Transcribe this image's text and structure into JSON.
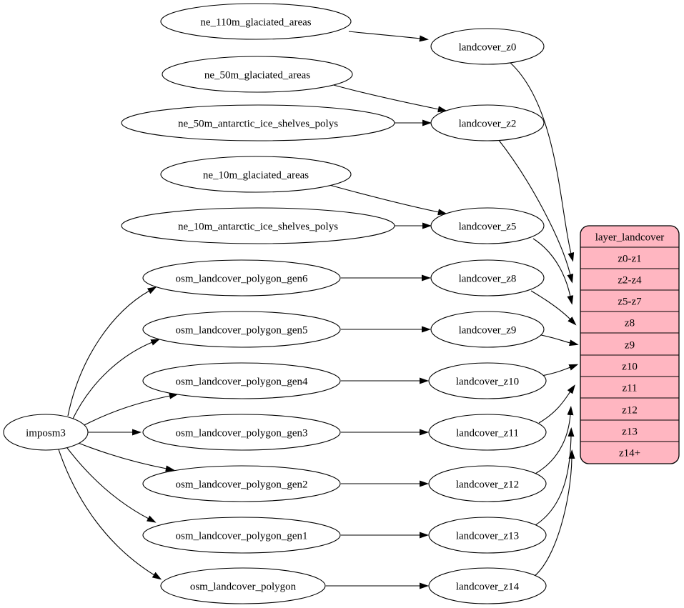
{
  "diagram": {
    "background": "#ffffff",
    "colors": {
      "node_fill": "#ffffff",
      "node_stroke": "#000000",
      "edge_color": "#000000",
      "table_fill": "#ffb6c1",
      "text_color": "#000000"
    },
    "importer": {
      "label": "imposm3"
    },
    "sources": [
      "ne_110m_glaciated_areas",
      "ne_50m_glaciated_areas",
      "ne_50m_antarctic_ice_shelves_polys",
      "ne_10m_glaciated_areas",
      "ne_10m_antarctic_ice_shelves_polys",
      "osm_landcover_polygon_gen6",
      "osm_landcover_polygon_gen5",
      "osm_landcover_polygon_gen4",
      "osm_landcover_polygon_gen3",
      "osm_landcover_polygon_gen2",
      "osm_landcover_polygon_gen1",
      "osm_landcover_polygon"
    ],
    "intermediates": [
      "landcover_z0",
      "landcover_z2",
      "landcover_z5",
      "landcover_z8",
      "landcover_z9",
      "landcover_z10",
      "landcover_z11",
      "landcover_z12",
      "landcover_z13",
      "landcover_z14"
    ],
    "layer_table": {
      "title": "layer_landcover",
      "rows": [
        "z0-z1",
        "z2-z4",
        "z5-z7",
        "z8",
        "z9",
        "z10",
        "z11",
        "z12",
        "z13",
        "z14+"
      ]
    },
    "edges": [
      {
        "from": "ne_110m_glaciated_areas",
        "to": "landcover_z0"
      },
      {
        "from": "ne_50m_glaciated_areas",
        "to": "landcover_z2"
      },
      {
        "from": "ne_50m_antarctic_ice_shelves_polys",
        "to": "landcover_z2"
      },
      {
        "from": "ne_10m_glaciated_areas",
        "to": "landcover_z5"
      },
      {
        "from": "ne_10m_antarctic_ice_shelves_polys",
        "to": "landcover_z5"
      },
      {
        "from": "osm_landcover_polygon_gen6",
        "to": "landcover_z8"
      },
      {
        "from": "osm_landcover_polygon_gen5",
        "to": "landcover_z9"
      },
      {
        "from": "osm_landcover_polygon_gen4",
        "to": "landcover_z10"
      },
      {
        "from": "osm_landcover_polygon_gen3",
        "to": "landcover_z11"
      },
      {
        "from": "osm_landcover_polygon_gen2",
        "to": "landcover_z12"
      },
      {
        "from": "osm_landcover_polygon_gen1",
        "to": "landcover_z13"
      },
      {
        "from": "osm_landcover_polygon",
        "to": "landcover_z14"
      },
      {
        "from": "imposm3",
        "to": "osm_landcover_polygon_gen6"
      },
      {
        "from": "imposm3",
        "to": "osm_landcover_polygon_gen5"
      },
      {
        "from": "imposm3",
        "to": "osm_landcover_polygon_gen4"
      },
      {
        "from": "imposm3",
        "to": "osm_landcover_polygon_gen3"
      },
      {
        "from": "imposm3",
        "to": "osm_landcover_polygon_gen2"
      },
      {
        "from": "imposm3",
        "to": "osm_landcover_polygon_gen1"
      },
      {
        "from": "imposm3",
        "to": "osm_landcover_polygon"
      },
      {
        "from": "landcover_z0",
        "to": "layer_landcover:z0-z1"
      },
      {
        "from": "landcover_z2",
        "to": "layer_landcover:z2-z4"
      },
      {
        "from": "landcover_z5",
        "to": "layer_landcover:z5-z7"
      },
      {
        "from": "landcover_z8",
        "to": "layer_landcover:z8"
      },
      {
        "from": "landcover_z9",
        "to": "layer_landcover:z9"
      },
      {
        "from": "landcover_z10",
        "to": "layer_landcover:z10"
      },
      {
        "from": "landcover_z11",
        "to": "layer_landcover:z11"
      },
      {
        "from": "landcover_z12",
        "to": "layer_landcover:z12"
      },
      {
        "from": "landcover_z13",
        "to": "layer_landcover:z13"
      },
      {
        "from": "landcover_z14",
        "to": "layer_landcover:z14+"
      }
    ]
  }
}
